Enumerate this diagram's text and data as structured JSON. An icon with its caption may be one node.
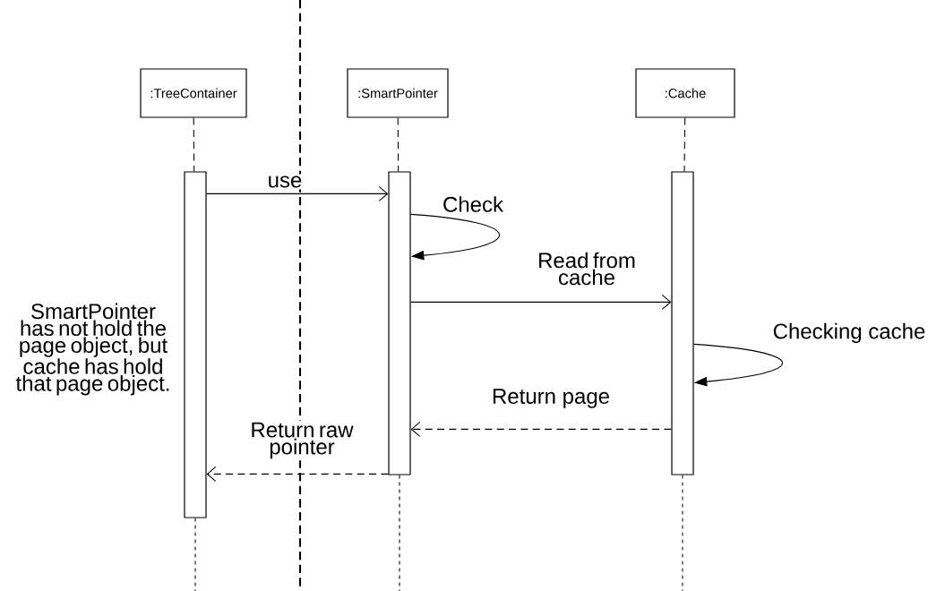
{
  "diagram": {
    "nodes": [
      {
        "text": [
          ":TreeContainer"
        ]
      },
      {
        "text": [
          ":SmartPointer"
        ]
      },
      {
        "text": [
          ":Cache"
        ]
      },
      {
        "text": [],
        "shape": "bar"
      },
      {
        "text": [],
        "shape": "bar"
      },
      {
        "text": [],
        "shape": "bar"
      }
    ],
    "edges": [
      {
        "from": 0,
        "to": 3,
        "arrow": "none",
        "style": "dashed"
      },
      {
        "from": 1,
        "to": 4,
        "arrow": "none",
        "style": "dashed"
      },
      {
        "from": 2,
        "to": 5,
        "arrow": "none",
        "style": "dashed"
      },
      {
        "from": 3,
        "to": 4,
        "arrow": "to",
        "label": "use"
      },
      {
        "from": 4,
        "to": 4,
        "arrow": "to",
        "label": "Check"
      },
      {
        "from": 4,
        "to": 5,
        "arrow": "to",
        "label": "Read from cache"
      },
      {
        "from": 5,
        "to": 5,
        "arrow": "to",
        "label": "Checking cache"
      },
      {
        "from": 5,
        "to": 4,
        "arrow": "to",
        "label": "Return page",
        "style": "dashed"
      },
      {
        "from": 4,
        "to": 3,
        "arrow": "to",
        "label": "Return raw pointer",
        "style": "dashed"
      }
    ],
    "labels": [
      "SmartPointer has not hold the page object, but cache has hold that page object."
    ]
  }
}
